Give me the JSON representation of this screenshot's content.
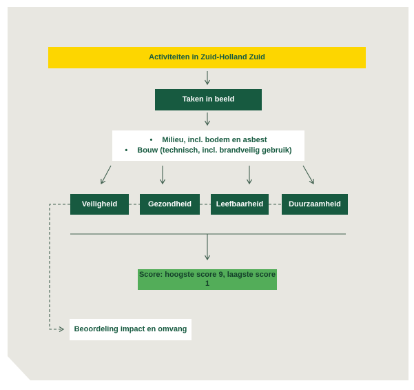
{
  "diagram": {
    "banner": "Activiteiten in Zuid-Holland Zuid",
    "taken": "Taken in beeld",
    "bullet_dot": "•",
    "bullets": [
      "Milieu, incl. bodem en asbest",
      "Bouw (technisch, incl. brandveilig gebruik)"
    ],
    "categories": [
      "Veiligheid",
      "Gezondheid",
      "Leefbaarheid",
      "Duurzaamheid"
    ],
    "score": "Score: hoogste score 9, laagste score 1",
    "assessment": "Beoordeling impact en omvang"
  },
  "colors": {
    "panel_background": "#e8e7e1",
    "banner_yellow": "#fdd600",
    "dark_green": "#175a40",
    "score_green": "#53ad59",
    "line_green": "#40604f",
    "white": "#ffffff"
  }
}
